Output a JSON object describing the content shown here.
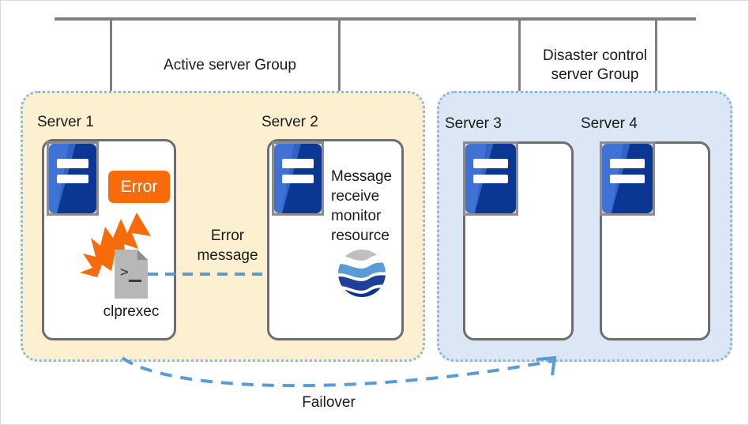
{
  "diagram": {
    "groups": [
      {
        "id": "active",
        "caption": "Active server Group",
        "fill": "#fdf0d0",
        "border": "#8fb8dd"
      },
      {
        "id": "disaster",
        "caption": "Disaster control\nserver Group",
        "fill": "#dce7f5",
        "border": "#8fb8dd"
      }
    ],
    "servers": [
      {
        "id": "server1",
        "label": "Server 1"
      },
      {
        "id": "server2",
        "label": "Server 2"
      },
      {
        "id": "server3",
        "label": "Server 3"
      },
      {
        "id": "server4",
        "label": "Server 4"
      }
    ],
    "server1": {
      "error_badge": "Error",
      "script_label": "clprexec",
      "script_prompt": ">_"
    },
    "server2": {
      "monitor_text": "Message\nreceive\nmonitor\nresource"
    },
    "flow": {
      "error_message_label": "Error\nmessage",
      "failover_label": "Failover"
    },
    "colors": {
      "error_orange": "#f96a08",
      "burst_orange": "#f96a08",
      "arrow_blue": "#5b9bd5",
      "line_gray": "#7f7f7f",
      "card_border": "#6e6e6e",
      "machine_blue": "#2f63c8",
      "machine_dark_blue": "#0b3692"
    }
  }
}
